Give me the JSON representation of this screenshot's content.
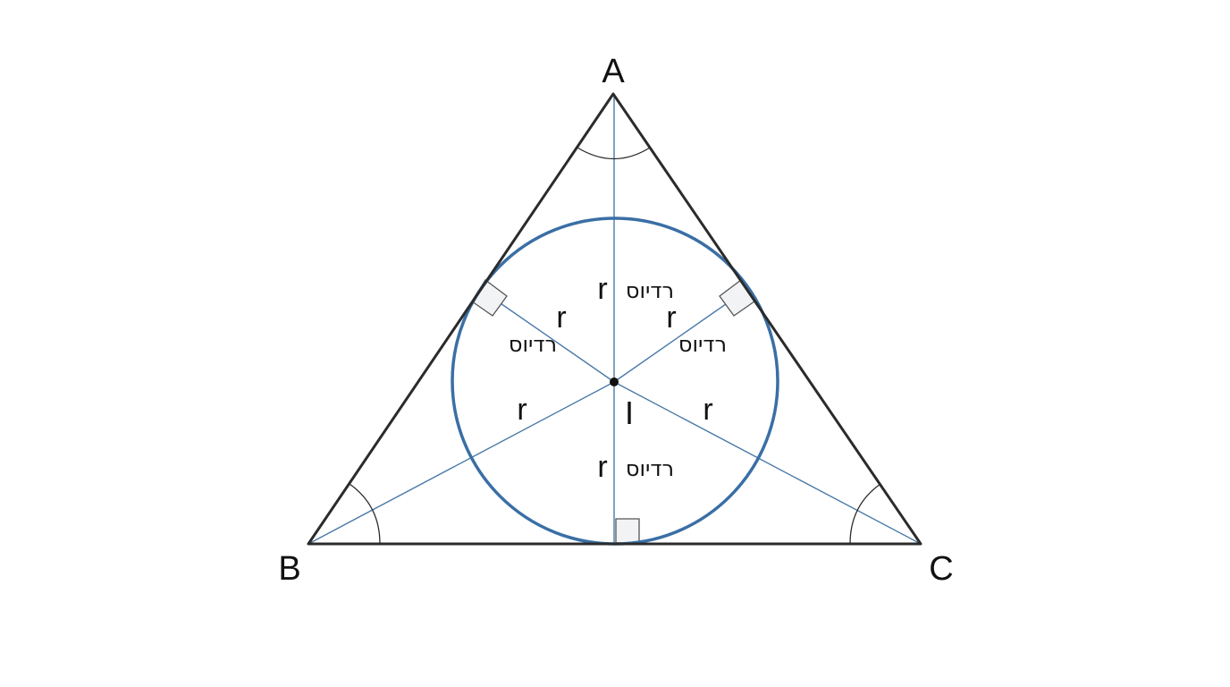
{
  "vertices": {
    "a": "A",
    "b": "B",
    "c": "C"
  },
  "incenter": {
    "label": "I"
  },
  "radius": {
    "symbol": "r",
    "word": "רדיוס"
  },
  "colors": {
    "triangle": "#2b2b2b",
    "circle": "#3a6fa5",
    "bisector": "#4a7aa8",
    "right_angle_fill": "#f1f3f5",
    "right_angle_stroke": "#555555"
  }
}
